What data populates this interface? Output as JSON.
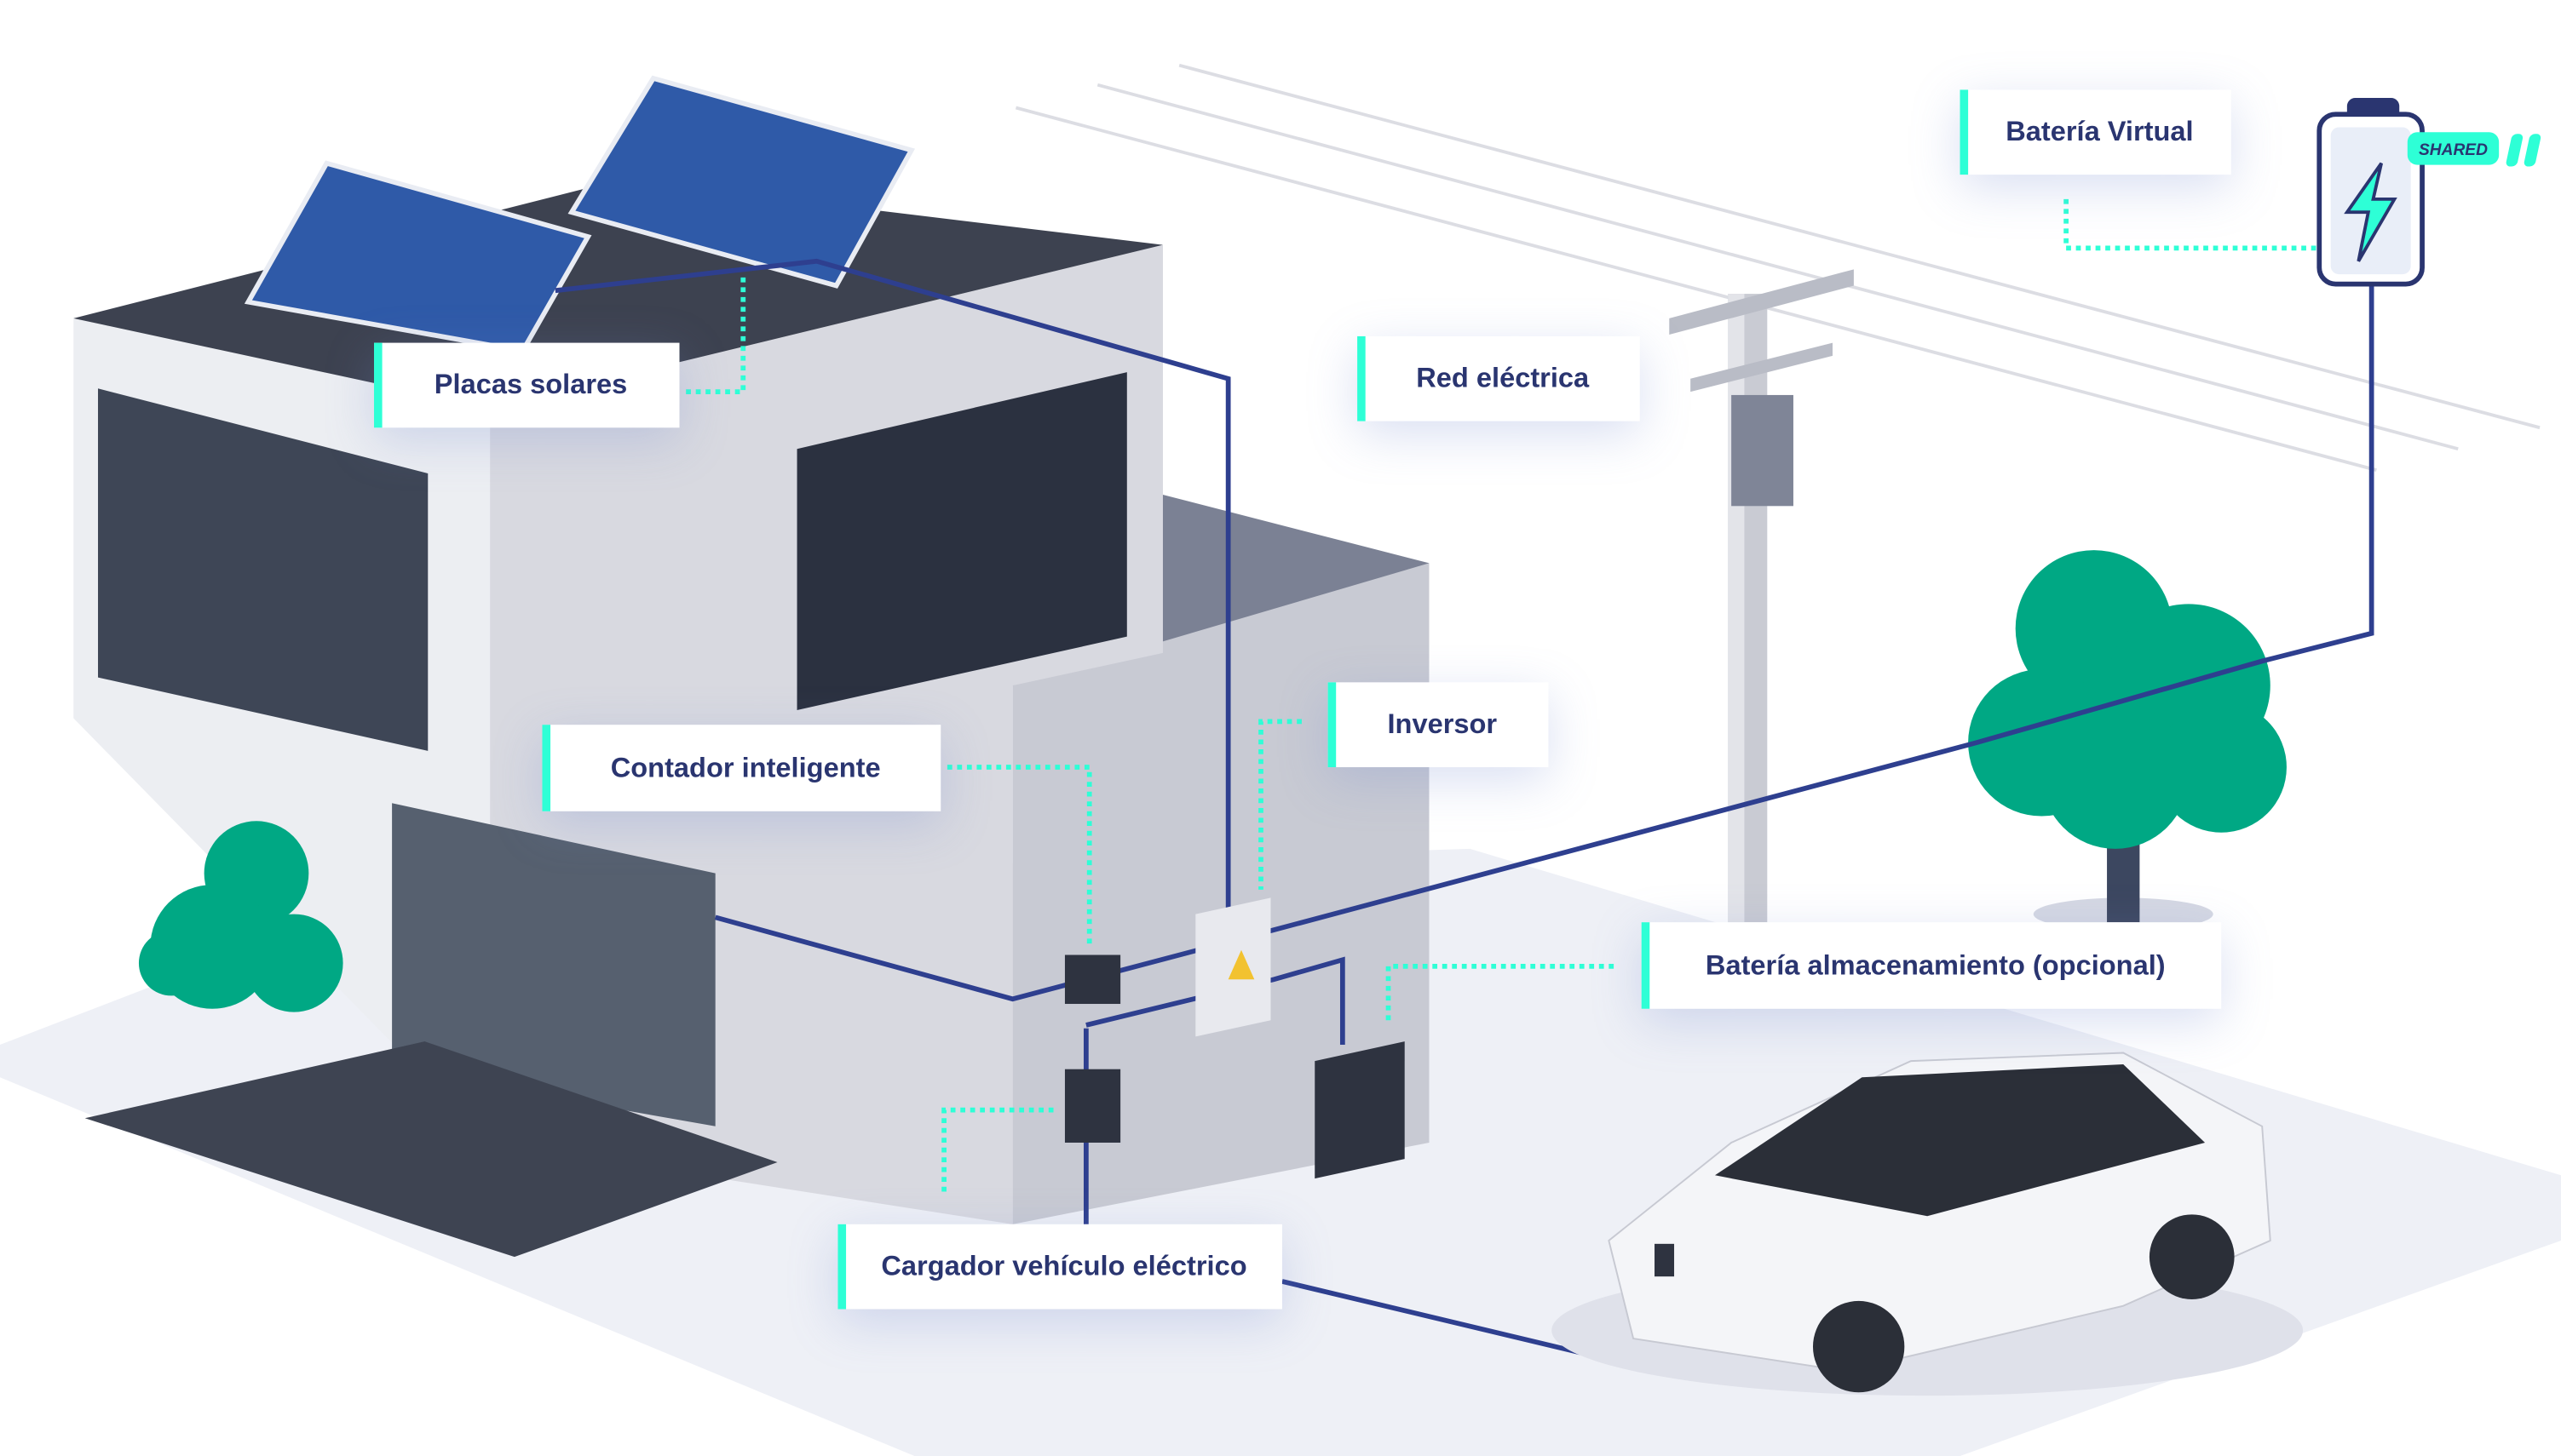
{
  "labels": {
    "solar_panels": "Placas solares",
    "grid": "Red eléctrica",
    "virtual_battery": "Batería Virtual",
    "inverter": "Inversor",
    "smart_meter": "Contador inteligente",
    "storage_battery": "Batería almacenamiento (opcional)",
    "ev_charger": "Cargador vehículo eléctrico"
  },
  "badge": "SHARED",
  "colors": {
    "accent": "#2effd6",
    "navy": "#2a3570",
    "wire": "#2e3f8f",
    "tree": "#00a884"
  }
}
